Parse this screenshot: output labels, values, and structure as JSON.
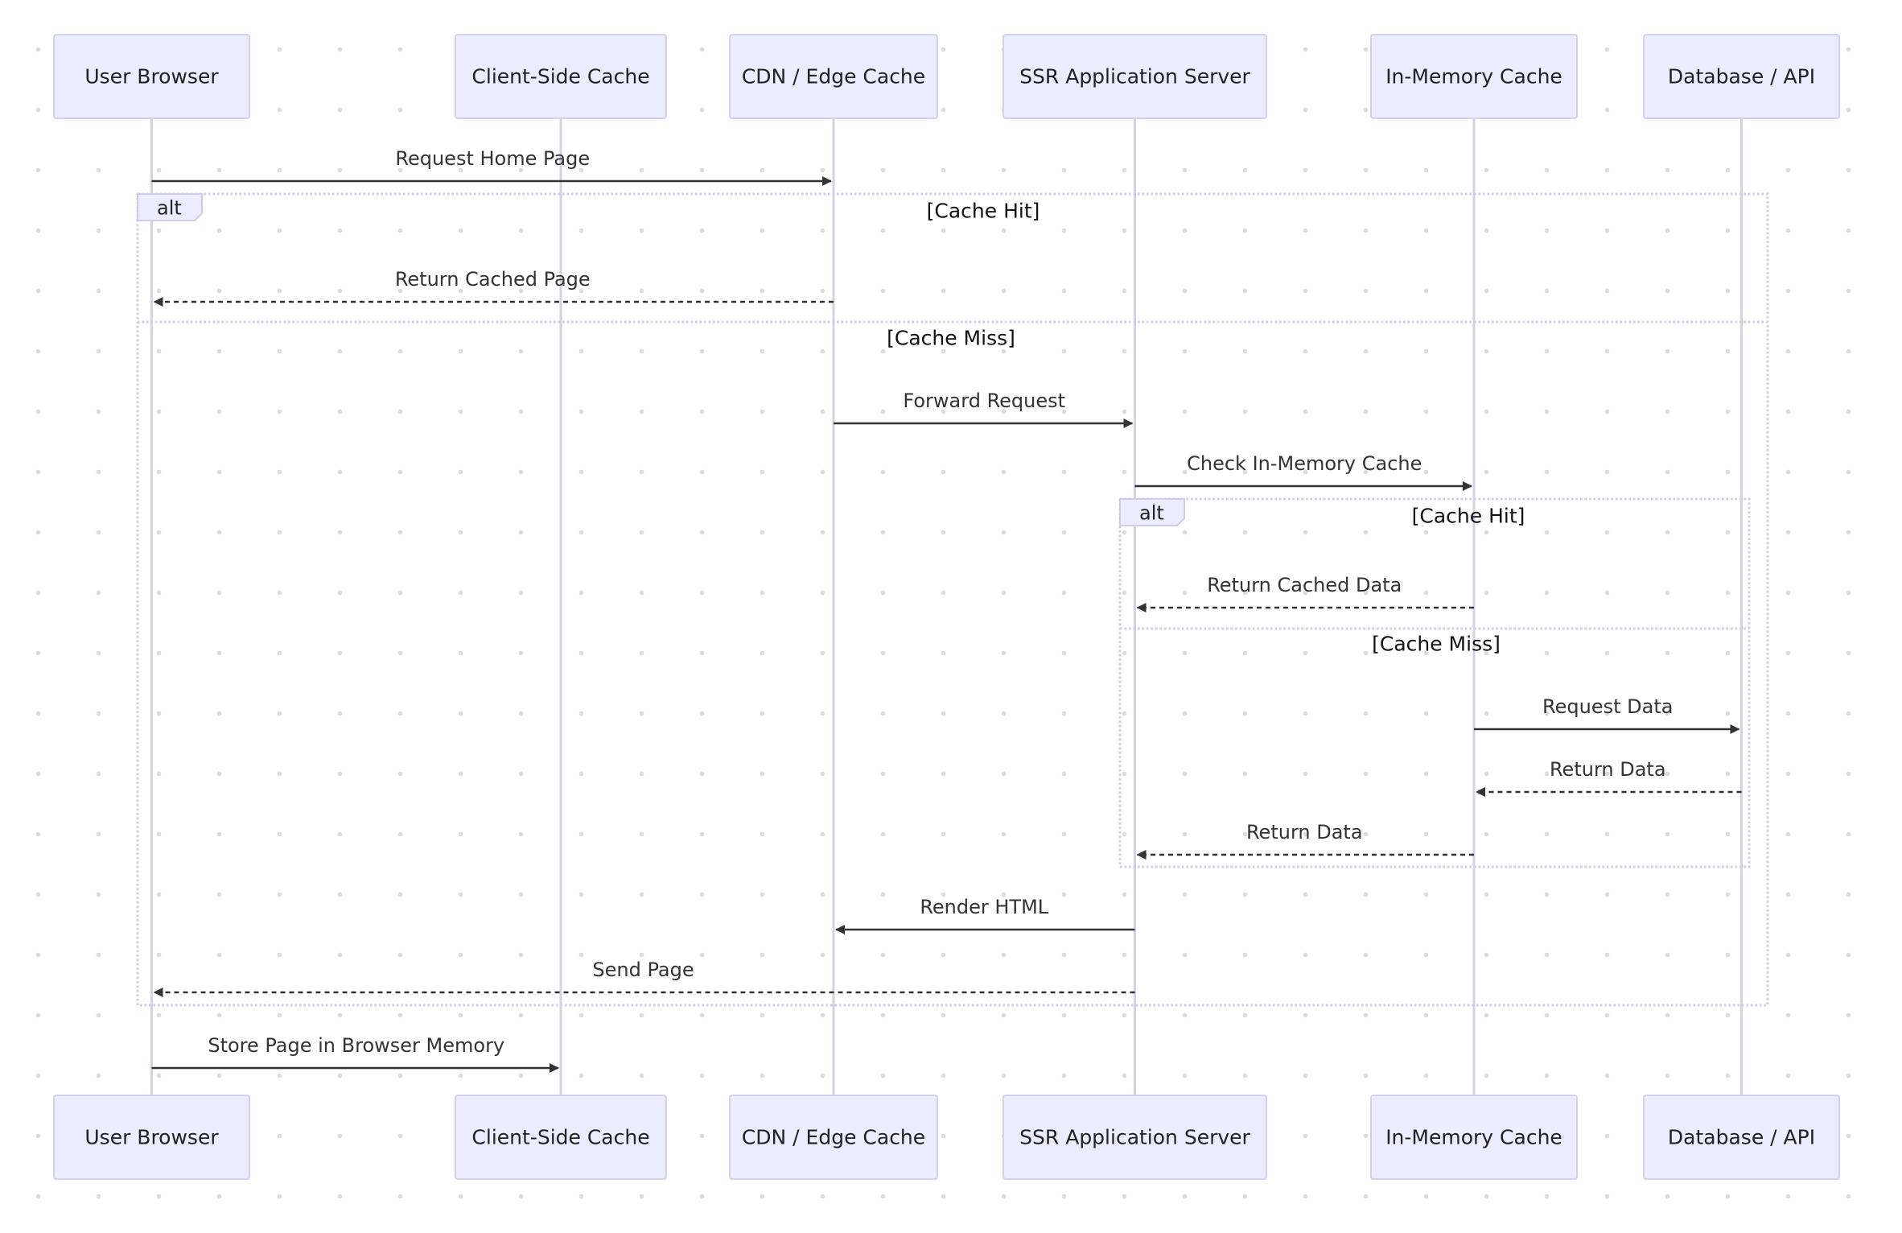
{
  "participants": [
    {
      "id": "browser",
      "label": "User Browser"
    },
    {
      "id": "client_cache",
      "label": "Client-Side Cache"
    },
    {
      "id": "cdn",
      "label": "CDN / Edge Cache"
    },
    {
      "id": "ssr",
      "label": "SSR Application Server"
    },
    {
      "id": "mem_cache",
      "label": "In-Memory Cache"
    },
    {
      "id": "db",
      "label": "Database / API"
    }
  ],
  "messages": [
    {
      "id": "m1",
      "from": "browser",
      "to": "cdn",
      "label": "Request Home Page",
      "style": "solid"
    },
    {
      "id": "m2",
      "from": "cdn",
      "to": "browser",
      "label": "Return Cached Page",
      "style": "dashed"
    },
    {
      "id": "m3",
      "from": "cdn",
      "to": "ssr",
      "label": "Forward Request",
      "style": "solid"
    },
    {
      "id": "m4",
      "from": "ssr",
      "to": "mem_cache",
      "label": "Check In-Memory Cache",
      "style": "solid"
    },
    {
      "id": "m5",
      "from": "mem_cache",
      "to": "ssr",
      "label": "Return Cached Data",
      "style": "dashed"
    },
    {
      "id": "m6",
      "from": "mem_cache",
      "to": "db",
      "label": "Request Data",
      "style": "solid"
    },
    {
      "id": "m7",
      "from": "db",
      "to": "mem_cache",
      "label": "Return Data",
      "style": "dashed"
    },
    {
      "id": "m8",
      "from": "mem_cache",
      "to": "ssr",
      "label": "Return Data",
      "style": "dashed"
    },
    {
      "id": "m9",
      "from": "ssr",
      "to": "cdn",
      "label": "Render HTML",
      "style": "solid"
    },
    {
      "id": "m10",
      "from": "ssr",
      "to": "browser",
      "label": "Send Page",
      "style": "dashed"
    },
    {
      "id": "m11",
      "from": "browser",
      "to": "client_cache",
      "label": "Store Page in Browser Memory",
      "style": "solid"
    }
  ],
  "fragments": [
    {
      "id": "outer",
      "keyword": "alt",
      "sections": [
        "[Cache Hit]",
        "[Cache Miss]"
      ]
    },
    {
      "id": "inner",
      "keyword": "alt",
      "sections": [
        "[Cache Hit]",
        "[Cache Miss]"
      ]
    }
  ]
}
